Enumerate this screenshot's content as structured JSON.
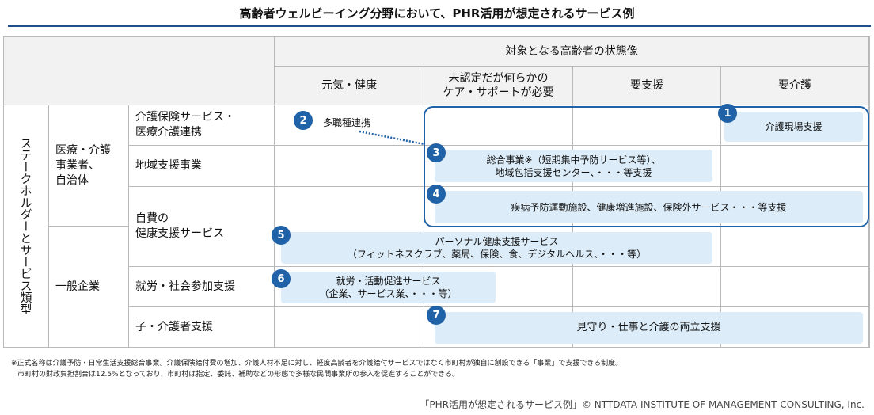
{
  "title": "高齢者ウェルビーイング分野において、PHR活用が想定されるサービス例",
  "header": {
    "group": "対象となる高齢者の状態像",
    "columns": [
      "元気・健康",
      "未認定だが何らかの\nケア・サポートが必要",
      "要支援",
      "要介護"
    ]
  },
  "stakeholder_label": "ステークホルダーとサービス類型",
  "groups": [
    {
      "label": "医療・介護\n事業者、\n自治体"
    },
    {
      "label": "一般企業"
    }
  ],
  "rows": [
    "介護保険サービス・\n医療介護連携",
    "地域支援事業",
    "自費の\n健康支援サービス",
    "就労・社会参加支援",
    "子・介護者支援"
  ],
  "services": [
    {
      "num": "1",
      "text": "介護現場支援"
    },
    {
      "num": "2",
      "text": "多職種連携"
    },
    {
      "num": "3",
      "text": "総合事業※（短期集中予防サービス等）、\n地域包括支援センター、・・・等支援"
    },
    {
      "num": "4",
      "text": "疾病予防運動施設、健康増進施設、保険外サービス・・・等支援"
    },
    {
      "num": "5",
      "text": "パーソナル健康支援サービス\n（フィットネスクラブ、薬局、保険、食、デジタルヘルス、・・・等）"
    },
    {
      "num": "6",
      "text": "就労・活動促進サービス\n（企業、サービス業、・・・等）"
    },
    {
      "num": "7",
      "text": "見守り・仕事と介護の両立支援"
    }
  ],
  "footnote": [
    "※正式名称は介護予防・日常生活支援総合事業。介護保険給付費の増加、介護人材不足に対し、軽度高齢者を介護給付サービスではなく市町村が独自に創設できる「事業」で支援できる制度。",
    "市町村の財政負担割合は12.5%となっており、市町村は指定、委託、補助などの形態で多様な民間事業所の参入を促進することができる。"
  ],
  "credit": "「PHR活用が想定されるサービス例」© NTTDATA INSTITUTE OF MANAGEMENT CONSULTING, Inc.",
  "colors": {
    "accent": "#1f62a8",
    "box": "#dcecf8",
    "header_bg": "#f2f2f2",
    "rule": "#1f4e8c"
  }
}
